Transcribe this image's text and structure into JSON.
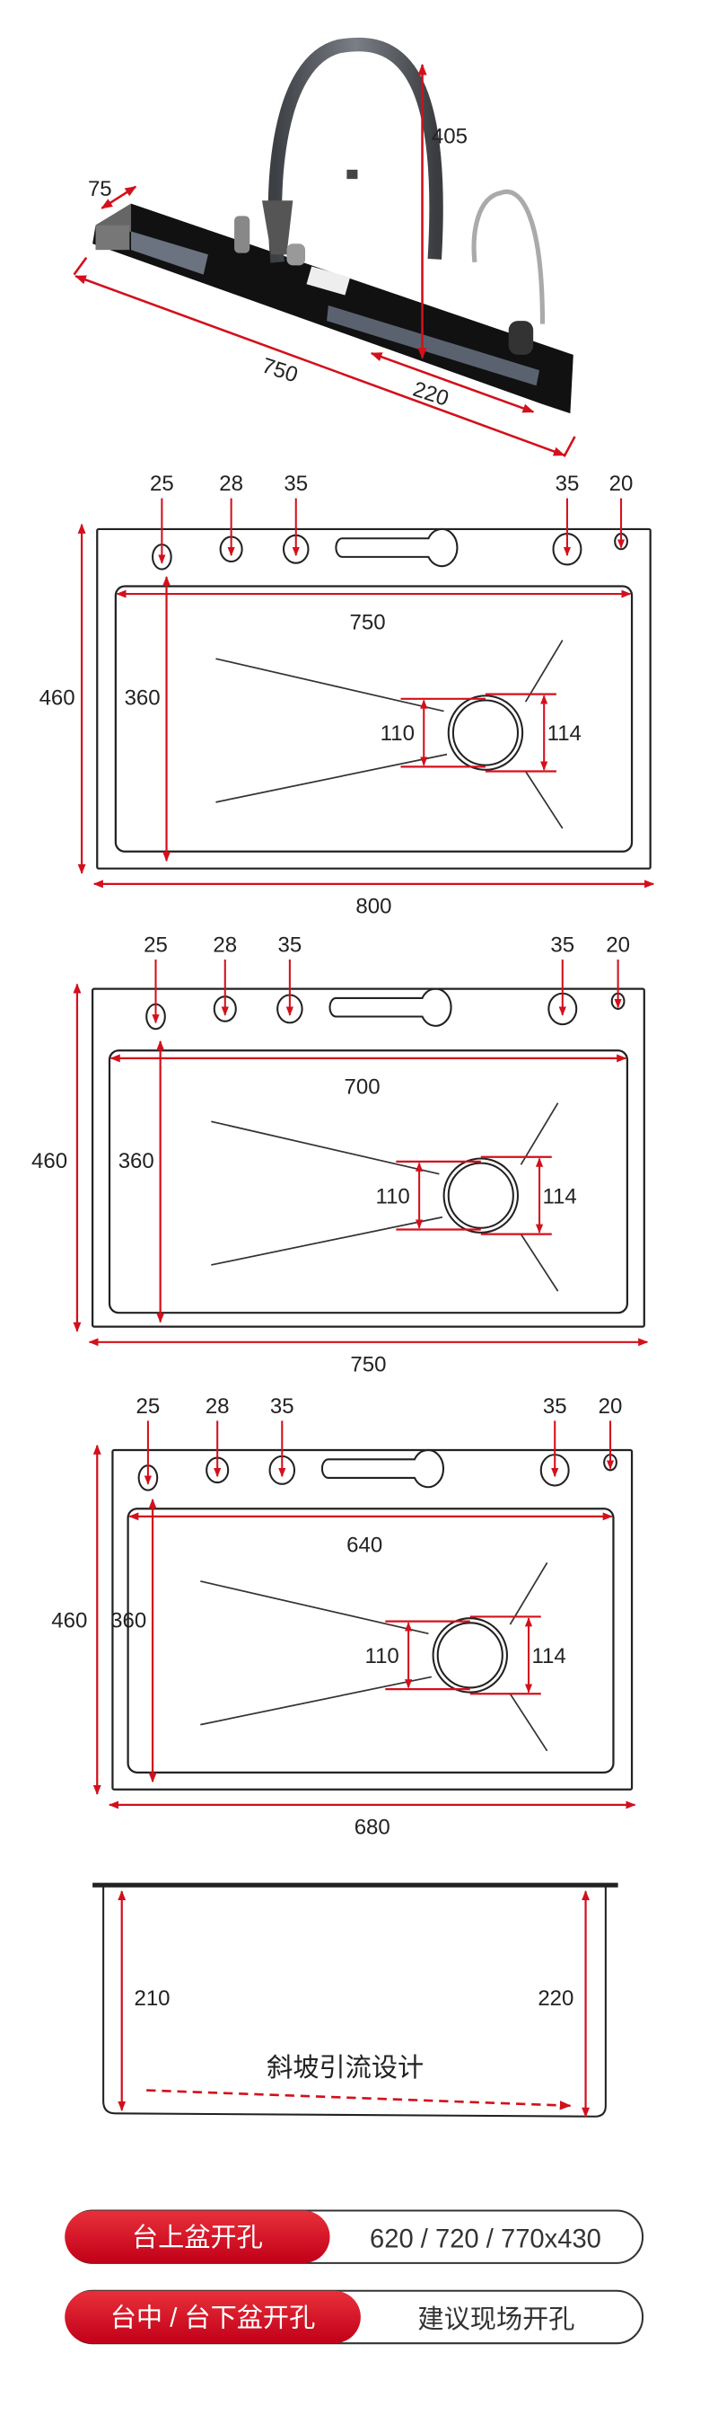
{
  "faucet_view": {
    "height_label": "405",
    "depth_label": "75",
    "length_label": "750",
    "waterfall_label": "220"
  },
  "sinks": [
    {
      "holes": [
        "25",
        "28",
        "35",
        "35",
        "20"
      ],
      "basin_width": "750",
      "outer_height": "460",
      "basin_depth": "360",
      "drain_inner": "110",
      "drain_outer": "114",
      "outer_width": "800"
    },
    {
      "holes": [
        "25",
        "28",
        "35",
        "35",
        "20"
      ],
      "basin_width": "700",
      "outer_height": "460",
      "basin_depth": "360",
      "drain_inner": "110",
      "drain_outer": "114",
      "outer_width": "750"
    },
    {
      "holes": [
        "25",
        "28",
        "35",
        "35",
        "20"
      ],
      "basin_width": "640",
      "outer_height": "460",
      "basin_depth": "360",
      "drain_inner": "110",
      "drain_outer": "114",
      "outer_width": "680"
    }
  ],
  "section": {
    "left_depth": "210",
    "right_depth": "220",
    "slope_label": "斜坡引流设计"
  },
  "cutouts": [
    {
      "label": "台上盆开孔",
      "value": "620 / 720 / 770x430"
    },
    {
      "label": "台中 / 台下盆开孔",
      "value": "建议现场开孔"
    }
  ],
  "colors": {
    "accent": "#d3101c",
    "line": "#222222"
  }
}
